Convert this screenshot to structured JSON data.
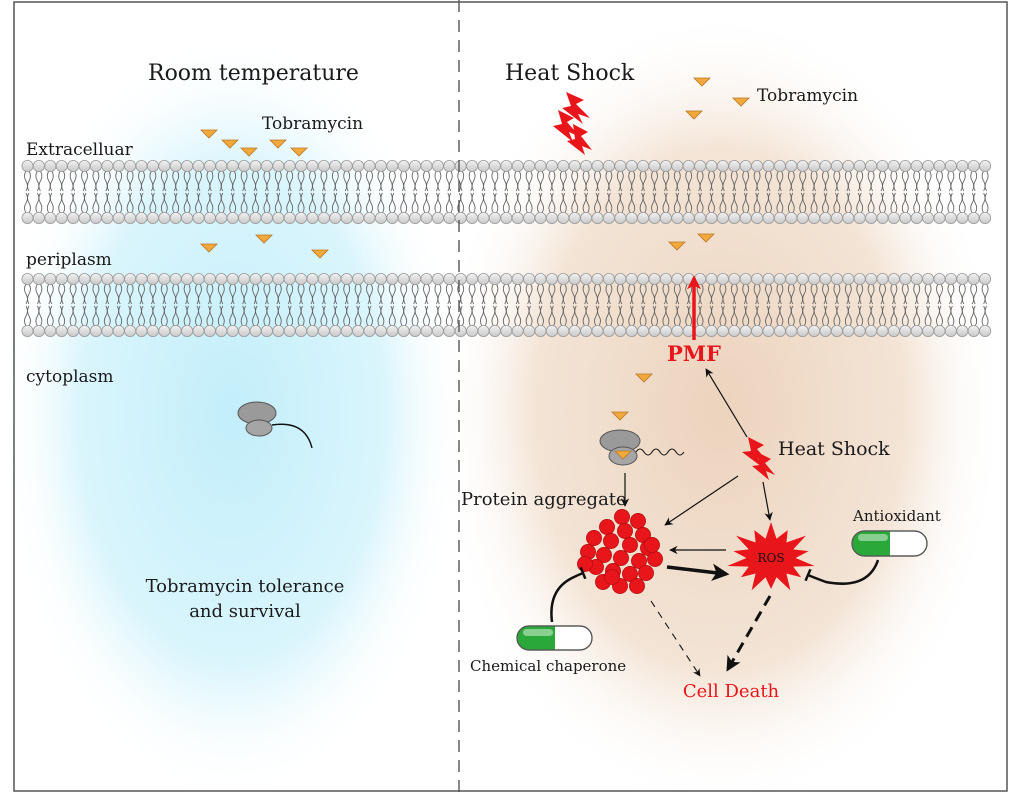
{
  "left_panel": {
    "condition": "Room temperature",
    "drug": "Tobramycin",
    "outcome_line1": "Tobramycin tolerance",
    "outcome_line2": "and survival"
  },
  "compartments": {
    "extracellular": "Extracelluar",
    "periplasm": "periplasm",
    "cytoplasm": "cytoplasm"
  },
  "right_panel": {
    "condition": "Heat Shock",
    "drug": "Tobramycin",
    "pmf": "PMF",
    "heat_shock": "Heat Shock",
    "protein_aggregate": "Protein aggregate",
    "ros": "ROS",
    "antioxidant": "Antioxidant",
    "chemical_chaperone": "Chemical chaperone",
    "cell_death": "Cell Death"
  },
  "colors": {
    "left_glow": "#c9f0fb",
    "right_glow": "#efd9c5",
    "tobramycin": "#f2a93b",
    "accent_red": "#e8151b",
    "membrane_head": "#dddddd",
    "pill_green": "#2aa83a",
    "ribosome": "#9a9a9a"
  },
  "icons": [
    "lightning-bolt-icon",
    "ribosome-icon",
    "pill-icon",
    "starburst-icon",
    "inhibition-bar-icon"
  ]
}
